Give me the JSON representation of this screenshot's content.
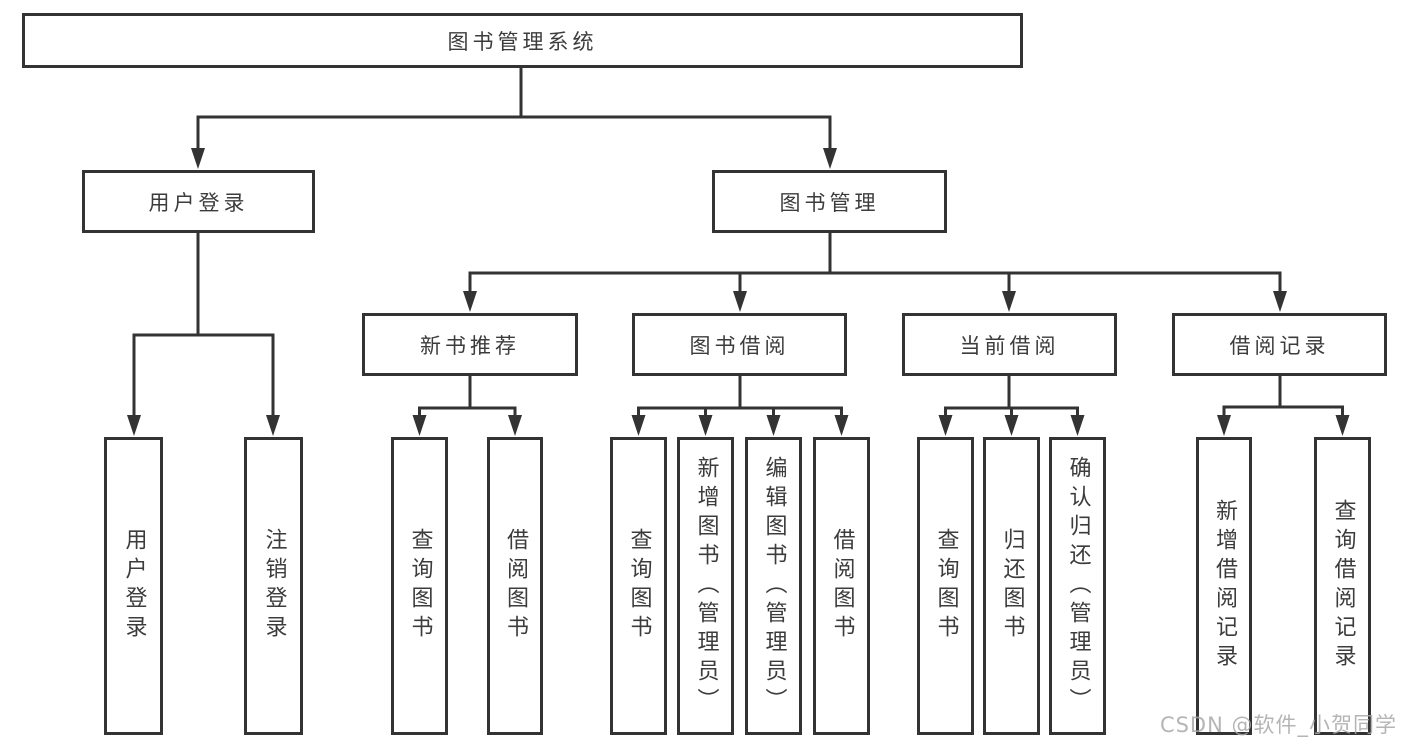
{
  "diagram": {
    "root": "图书管理系统",
    "branches": [
      {
        "label": "用户登录",
        "children": [
          "用户登录",
          "注销登录"
        ]
      },
      {
        "label": "图书管理",
        "children": [
          {
            "label": "新书推荐",
            "children": [
              "查询图书",
              "借阅图书"
            ]
          },
          {
            "label": "图书借阅",
            "children": [
              "查询图书",
              "新增图书（管理员）",
              "编辑图书（管理员）",
              "借阅图书"
            ]
          },
          {
            "label": "当前借阅",
            "children": [
              "查询图书",
              "归还图书",
              "确认归还（管理员）"
            ]
          },
          {
            "label": "借阅记录",
            "children": [
              "新增借阅记录",
              "查询借阅记录"
            ]
          }
        ]
      }
    ]
  },
  "watermark": {
    "text": "CSDN @软件_小贺同学"
  },
  "colors": {
    "line": "#333333",
    "box_border": "#333333",
    "text": "#3c3c3c",
    "watermark": "#a9a9a9",
    "background": "#ffffff"
  }
}
